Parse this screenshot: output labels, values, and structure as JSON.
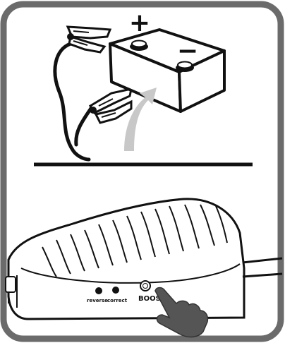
{
  "battery": {
    "plus_symbol": "+",
    "minus_symbol": "−"
  },
  "device": {
    "led_reverse_label": "reverse",
    "led_correct_label": "correct",
    "boost_label": "BOOST"
  },
  "icons": [
    "clamp-icon",
    "battery-icon",
    "curved-arrow-icon",
    "hand-pointer-icon"
  ],
  "colors": {
    "frame": "#6b6b6b",
    "line": "#111111",
    "arrow": "#c8c8c8",
    "hand": "#555555",
    "background": "#ffffff"
  }
}
